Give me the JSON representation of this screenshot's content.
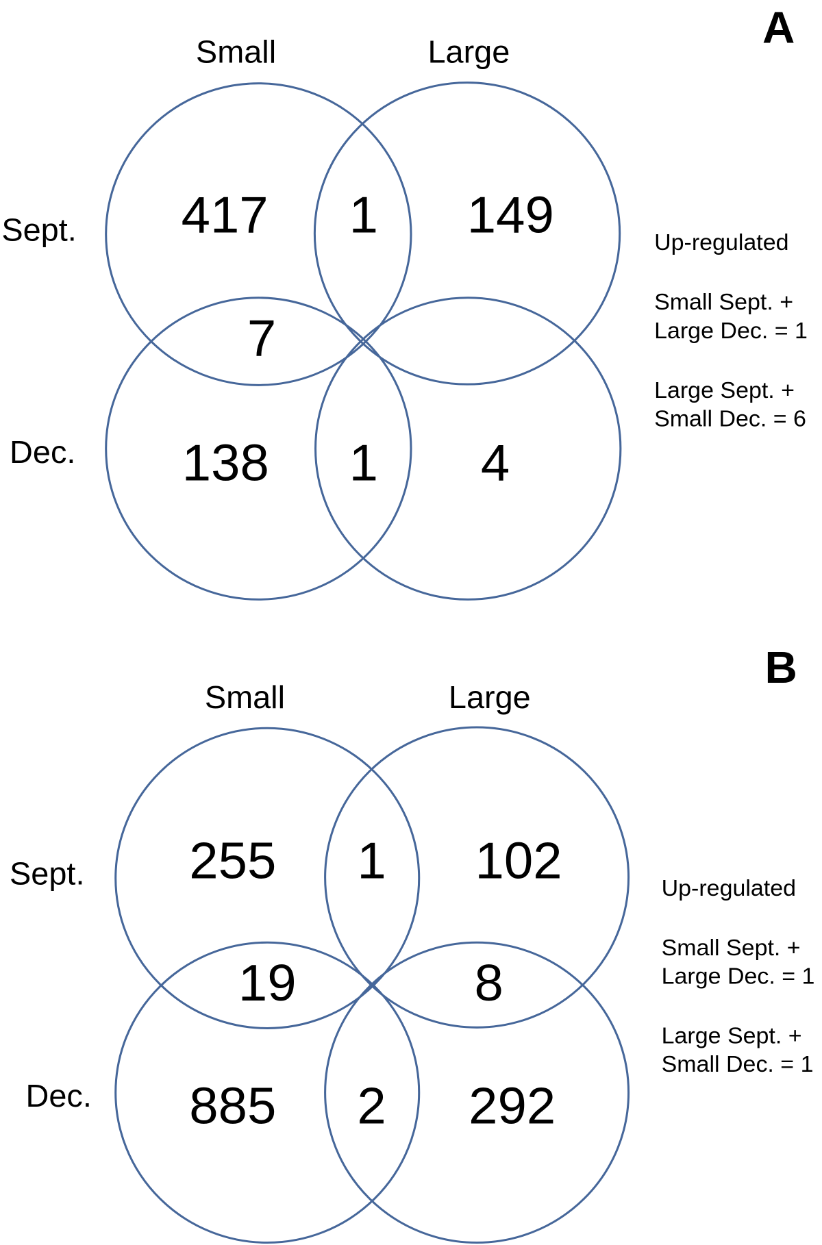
{
  "colors": {
    "circle_stroke": "#46679a",
    "text": "#000000",
    "background": "#ffffff"
  },
  "panels": [
    {
      "label": "A",
      "columns": [
        "Small",
        "Large"
      ],
      "rows": [
        "Sept.",
        "Dec."
      ],
      "regions": {
        "small_sept_only": "417",
        "small_and_large_sept": "1",
        "large_sept_only": "149",
        "small_sept_and_small_dec": "7",
        "small_dec_only": "138",
        "small_and_large_dec": "1",
        "large_dec_only": "4"
      },
      "note": {
        "title": "Up-regulated",
        "lines": [
          "Small Sept. +",
          "Large Dec. = 1",
          "Large Sept. +",
          "Small Dec. = 6"
        ]
      }
    },
    {
      "label": "B",
      "columns": [
        "Small",
        "Large"
      ],
      "rows": [
        "Sept.",
        "Dec."
      ],
      "regions": {
        "small_sept_only": "255",
        "small_and_large_sept": "1",
        "large_sept_only": "102",
        "small_sept_and_small_dec": "19",
        "large_sept_and_large_dec": "8",
        "small_dec_only": "885",
        "small_and_large_dec": "2",
        "large_dec_only": "292"
      },
      "note": {
        "title": "Up-regulated",
        "lines": [
          "Small Sept. +",
          "Large Dec. = 1",
          "Large Sept. +",
          "Small Dec. = 1"
        ]
      }
    }
  ]
}
